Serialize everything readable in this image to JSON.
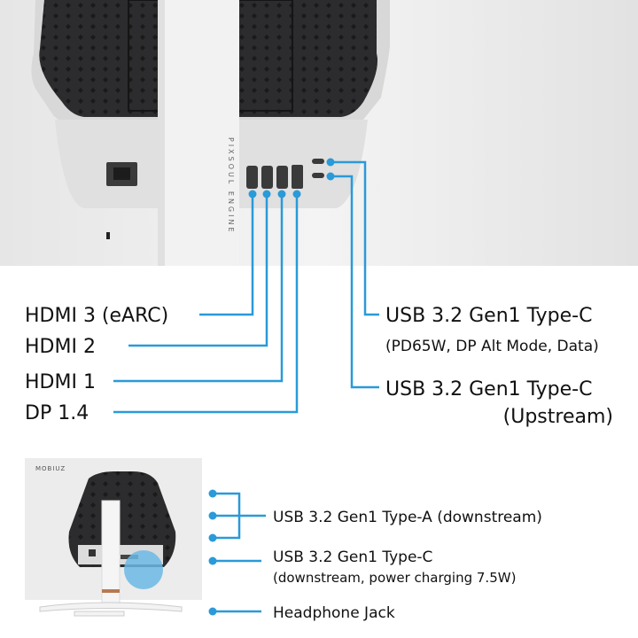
{
  "top_monitor": {
    "brand_text": "PIXSOUL ENGINE"
  },
  "left_labels": [
    {
      "label": "HDMI 3 (eARC)"
    },
    {
      "label": "HDMI 2"
    },
    {
      "label": "HDMI 1"
    },
    {
      "label": "DP 1.4"
    }
  ],
  "right_labels": [
    {
      "label": "USB 3.2 Gen1 Type-C",
      "sub": "(PD65W, DP Alt Mode, Data)"
    },
    {
      "label": "USB 3.2 Gen1 Type-C",
      "sub": "(Upstream)"
    }
  ],
  "bottom_monitor": {
    "brand_text": "MOBIUZ"
  },
  "bottom_labels": [
    {
      "label": "USB 3.2 Gen1 Type-A (downstream)"
    },
    {
      "label": "USB 3.2 Gen1 Type-C",
      "sub": "(downstream, power charging 7.5W)"
    },
    {
      "label": "Headphone Jack"
    }
  ],
  "colors": {
    "accent": "#2a9ad8",
    "panel": "#ececec",
    "vent": "#2c2c2e"
  }
}
